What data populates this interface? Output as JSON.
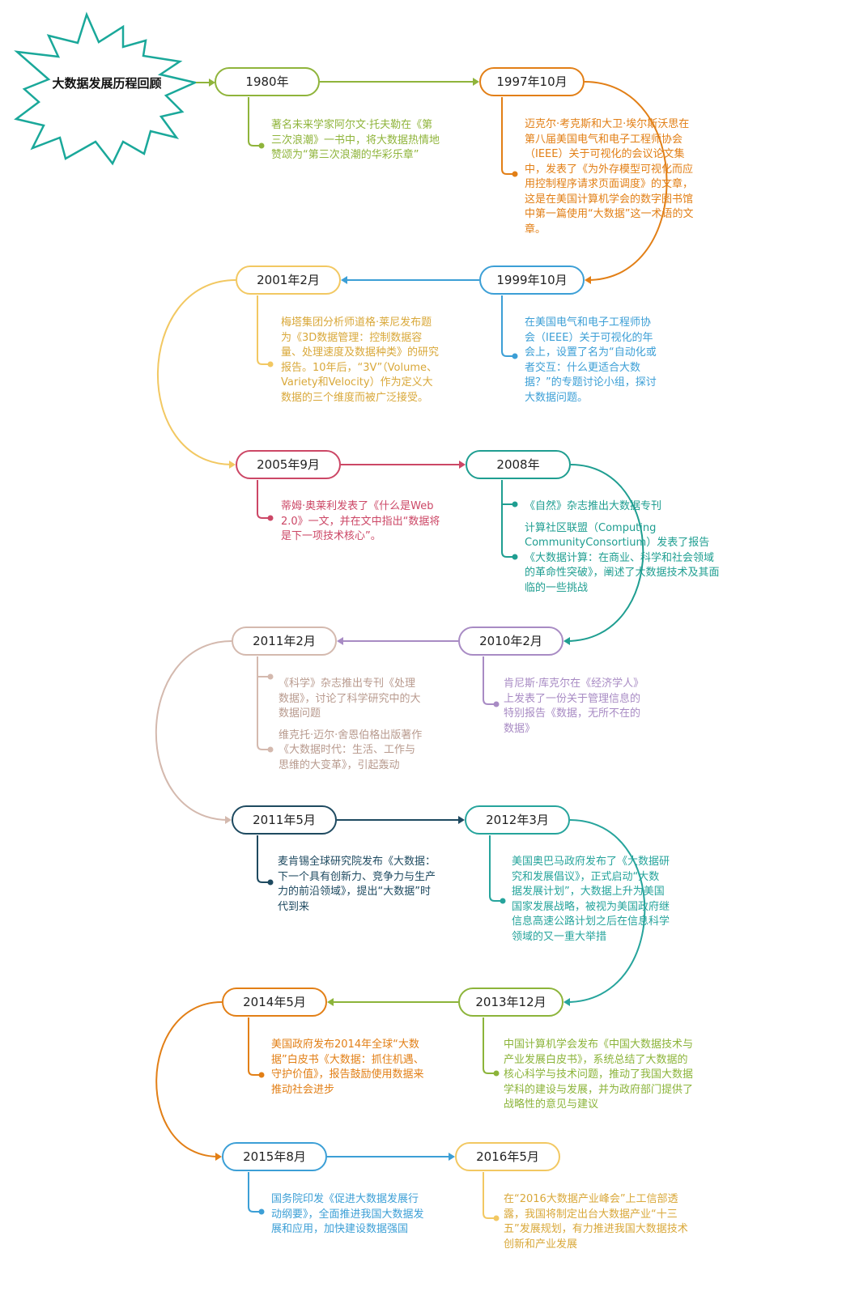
{
  "title": "大数据发展历程回顾",
  "events": [
    {
      "date": "1980年",
      "color": "#8fb43b",
      "desc": [
        "著名未来学家阿尔文·托夫勒在《第三次浪潮》一书中，将大数据热情地赞颂为“第三次浪潮的华彩乐章”"
      ]
    },
    {
      "date": "1997年10月",
      "color": "#e27f16",
      "desc": [
        "迈克尔·考克斯和大卫·埃尔斯沃思在第八届美国电气和电子工程师协会（IEEE）关于可视化的会议论文集中，发表了《为外存模型可视化而应用控制程序请求页面调度》的文章，这是在美国计算机学会的数字图书馆中第一篇使用“大数据”这一术语的文章。"
      ]
    },
    {
      "date": "1999年10月",
      "color": "#3c9fd6",
      "desc": [
        "在美国电气和电子工程师协会（IEEE）关于可视化的年会上，设置了名为“自动化或者交互：什么更适合大数据？”的专题讨论小组，探讨大数据问题。"
      ]
    },
    {
      "date": "2001年2月",
      "color": "#f2c862",
      "desc": [
        "梅塔集团分析师道格·莱尼发布题为《3D数据管理：控制数据容量、处理速度及数据种类》的研究报告。10年后，“3V”（Volume、Variety和Velocity）作为定义大数据的三个维度而被广泛接受。"
      ]
    },
    {
      "date": "2005年9月",
      "color": "#cc4766",
      "desc": [
        "蒂姆·奥莱利发表了《什么是Web 2.0》一文，并在文中指出“数据将是下一项技术核心”。"
      ]
    },
    {
      "date": "2008年",
      "color": "#1f9e91",
      "desc": [
        "《自然》杂志推出大数据专刊",
        "计算社区联盟（Computing CommunityConsortium）发表了报告《大数据计算：在商业、科学和社会领域的革命性突破》，阐述了大数据技术及其面临的一些挑战"
      ]
    },
    {
      "date": "2010年2月",
      "color": "#a88bc4",
      "desc": [
        "肯尼斯·库克尔在《经济学人》上发表了一份关于管理信息的特别报告《数据，无所不在的数据》"
      ]
    },
    {
      "date": "2011年2月",
      "color": "#d4b9ae",
      "desc": [
        "《科学》杂志推出专刊《处理数据》，讨论了科学研究中的大数据问题",
        "维克托·迈尔·舍恩伯格出版著作《大数据时代：生活、工作与思维的大变革》，引起轰动"
      ]
    },
    {
      "date": "2011年5月",
      "color": "#1e4a60",
      "desc": [
        "麦肯锡全球研究院发布《大数据：下一个具有创新力、竞争力与生产力的前沿领域》，提出“大数据”时代到来"
      ]
    },
    {
      "date": "2012年3月",
      "color": "#26a49c",
      "desc": [
        "美国奥巴马政府发布了《大数据研究和发展倡议》，正式启动“大数据发展计划”，大数据上升为美国国家发展战略，被视为美国政府继信息高速公路计划之后在信息科学领域的又一重大举措"
      ]
    },
    {
      "date": "2013年12月",
      "color": "#8cb43a",
      "desc": [
        "中国计算机学会发布《中国大数据技术与产业发展白皮书》，系统总结了大数据的核心科学与技术问题，推动了我国大数据学科的建设与发展，并为政府部门提供了战略性的意见与建议"
      ]
    },
    {
      "date": "2014年5月",
      "color": "#e27f16",
      "desc": [
        "美国政府发布2014年全球“大数据”白皮书《大数据：抓住机遇、守护价值》，报告鼓励使用数据来推动社会进步"
      ]
    },
    {
      "date": "2015年8月",
      "color": "#3c9fd6",
      "desc": [
        "国务院印发《促进大数据发展行动纲要》，全面推进我国大数据发展和应用，加快建设数据强国"
      ]
    },
    {
      "date": "2016年5月",
      "color": "#f2c862",
      "desc": [
        "在“2016大数据产业峰会”上工信部透露，我国将制定出台大数据产业“十三五”发展规划，有力推进我国大数据技术创新和产业发展"
      ]
    }
  ]
}
